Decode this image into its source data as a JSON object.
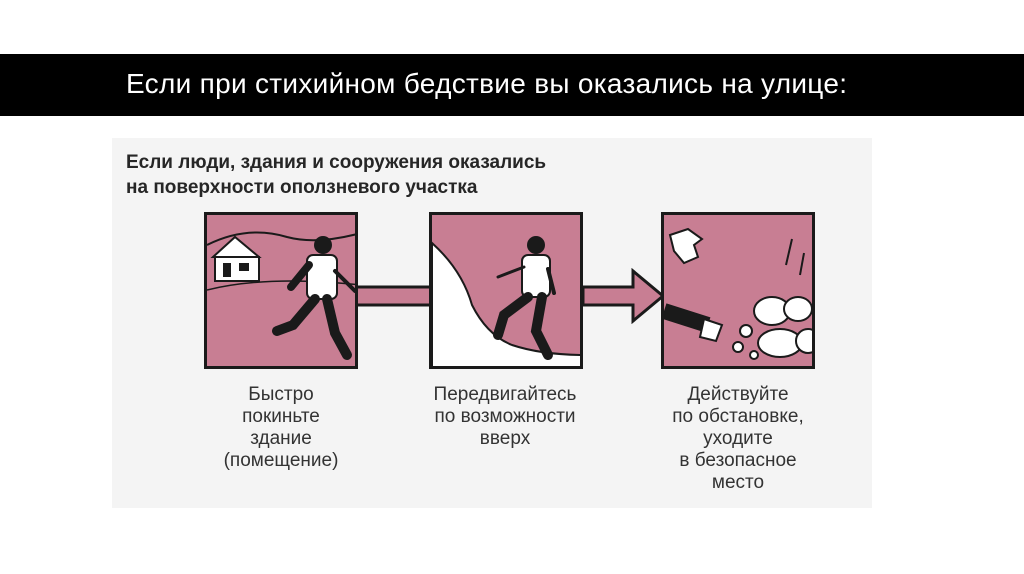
{
  "slide": {
    "title": "Если при стихийном бедствие вы оказались на улице:"
  },
  "figure": {
    "heading_lines": [
      "Если люди, здания и сооружения оказались",
      "на поверхности оползневого участка"
    ],
    "panels": [
      {
        "icon": "house-runner-icon",
        "caption_lines": [
          "Быстро",
          "покиньте",
          "здание",
          "(помещение)"
        ]
      },
      {
        "icon": "climbing-person-icon",
        "caption_lines": [
          "Передвигайтесь",
          "по возможности",
          "вверх"
        ]
      },
      {
        "icon": "falling-rocks-icon",
        "caption_lines": [
          "Действуйте",
          "по обстановке,",
          "уходите",
          "в безопасное",
          "место"
        ]
      }
    ],
    "colors": {
      "panel_fill": "#c87e93",
      "outline": "#1a1a1a",
      "title_bar": "#000000"
    }
  }
}
